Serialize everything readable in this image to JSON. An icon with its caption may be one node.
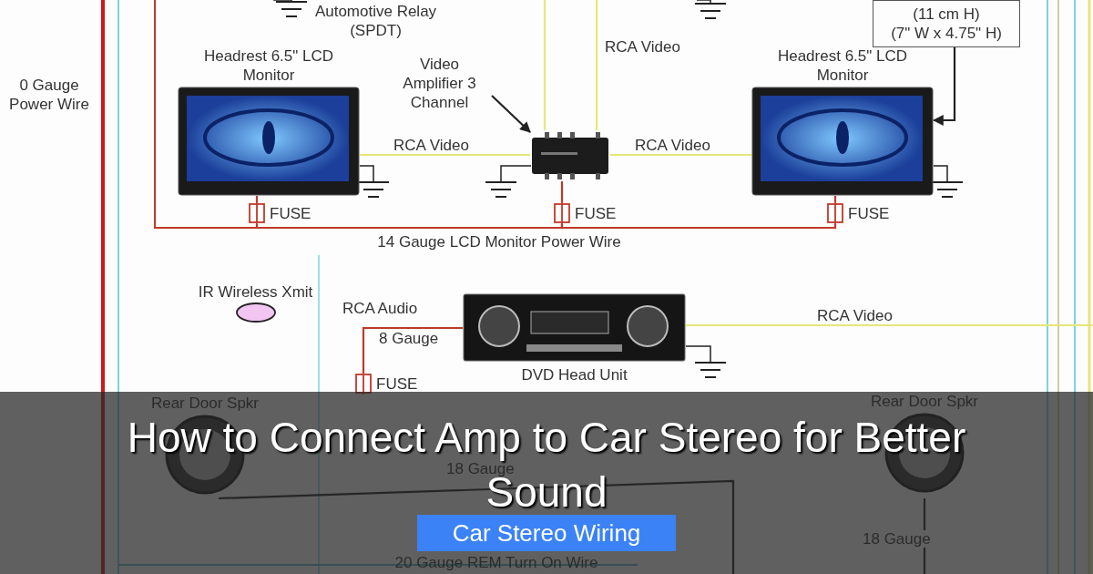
{
  "diagram": {
    "title": "How to Connect Amp to Car Stereo for Better Sound",
    "nodes": [
      {
        "text": [
          "Headrest 6.5\" LCD Monitor"
        ]
      },
      {
        "text": [
          "Video Amplifier 3 Channel"
        ]
      },
      {
        "text": [],
        "shape": "picture"
      },
      {
        "text": [
          "Headrest 6.5\" LCD Monitor"
        ]
      },
      {
        "text": [
          "(11 cm H)",
          "(7\" W x 4.75\" H)"
        ]
      },
      {
        "text": [
          "IR Wireless Xmit"
        ]
      },
      {
        "text": [
          "DVD Head Unit"
        ]
      },
      {
        "text": [
          "Rear Door Spkr"
        ]
      },
      {
        "text": [
          "Rear Door Spkr"
        ]
      },
      {
        "text": [
          "FUSE"
        ]
      },
      {
        "text": [
          "FUSE"
        ]
      },
      {
        "text": [
          "FUSE"
        ]
      },
      {
        "text": [
          "FUSE"
        ]
      }
    ],
    "edges": [
      {
        "from": 0,
        "to": 2,
        "arrow": "none",
        "label": "RCA Video",
        "color": "#e6e67a"
      },
      {
        "from": 2,
        "to": 3,
        "arrow": "none",
        "label": "RCA Video",
        "color": "#e6e67a"
      },
      {
        "from": 2,
        "to": null,
        "arrow": "none",
        "label": "RCA Video",
        "color": "#e6e67a"
      },
      {
        "from": 2,
        "to": null,
        "arrow": "none",
        "color": "#e6e67a"
      },
      {
        "from": 1,
        "to": 2,
        "arrow": "to",
        "color": "#222222"
      },
      {
        "from": 4,
        "to": 3,
        "arrow": "to",
        "color": "#222222"
      },
      {
        "from": 0,
        "to": 9,
        "arrow": "none",
        "color": "#c0392b"
      },
      {
        "from": 2,
        "to": 10,
        "arrow": "none",
        "color": "#c0392b"
      },
      {
        "from": 3,
        "to": 11,
        "arrow": "none",
        "color": "#c0392b"
      },
      {
        "from": 9,
        "to": 10,
        "arrow": "none",
        "color": "#c0392b"
      },
      {
        "from": 10,
        "to": 11,
        "arrow": "none",
        "color": "#c0392b"
      },
      {
        "from": 6,
        "to": 12,
        "arrow": "none",
        "label": "8 Gauge",
        "color": "#c0392b"
      },
      {
        "from": 6,
        "to": null,
        "arrow": "none",
        "label": "RCA Video",
        "color": "#e6e67a"
      },
      {
        "from": 7,
        "to": null,
        "arrow": "none",
        "label": "18 Gauge",
        "color": "#222222"
      },
      {
        "from": 8,
        "to": null,
        "arrow": "none",
        "label": "18 Gauge",
        "color": "#222222"
      }
    ],
    "labels": [
      "Automotive Relay (SPDT)",
      "0 Gauge Power Wire",
      "14 Gauge LCD Monitor Power Wire",
      "RCA Audio",
      "20 Gauge REM Turn On Wire",
      "Car Stereo Wiring"
    ]
  }
}
